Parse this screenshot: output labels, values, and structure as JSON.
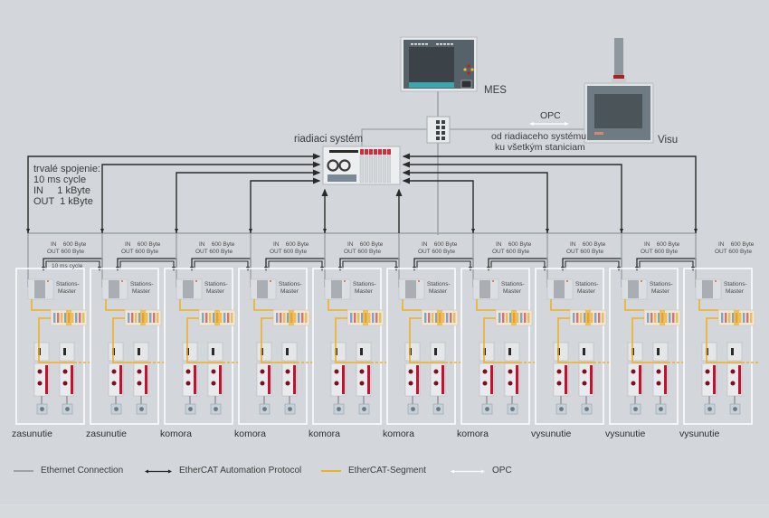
{
  "top_devices": {
    "mes_label": "MES",
    "visu_label": "Visu",
    "control_label": "riadiaci systém",
    "opc_label": "OPC",
    "opc_desc_line1": "od riadiaceho systému",
    "opc_desc_line2": "ku všetkým staniciam"
  },
  "connection_info": {
    "line1": "trvalé spojenie:",
    "line2": "10 ms cycle",
    "line3": "IN     1 kByte",
    "line4": "OUT  1 kByte"
  },
  "station_io": {
    "in_label": "IN    600 Byte",
    "out_label": "OUT 600 Byte",
    "cycle_label": "10 ms cycle",
    "master_label_line1": "Stations-",
    "master_label_line2": "Master"
  },
  "stations": [
    {
      "name": "zasunutie"
    },
    {
      "name": "zasunutie"
    },
    {
      "name": "komora"
    },
    {
      "name": "komora"
    },
    {
      "name": "komora"
    },
    {
      "name": "komora"
    },
    {
      "name": "komora"
    },
    {
      "name": "vysunutie"
    },
    {
      "name": "vysunutie"
    },
    {
      "name": "vysunutie"
    }
  ],
  "legend": [
    {
      "label": "Ethernet Connection",
      "type": "ethernet",
      "color": "#9aa3a8"
    },
    {
      "label": "EtherCAT Automation Protocol",
      "type": "ecat-ap",
      "color": "#222222"
    },
    {
      "label": "EtherCAT-Segment",
      "type": "ecat-seg",
      "color": "#f0b020"
    },
    {
      "label": "OPC",
      "type": "opc",
      "color": "#ffffff"
    }
  ],
  "colors": {
    "background": "#d3d7db",
    "ethernet": "#9aa3a8",
    "ecat_ap": "#2a2a2a",
    "ecat_segment": "#f0b020",
    "opc": "#ffffff",
    "accent_red": "#c8102e"
  }
}
